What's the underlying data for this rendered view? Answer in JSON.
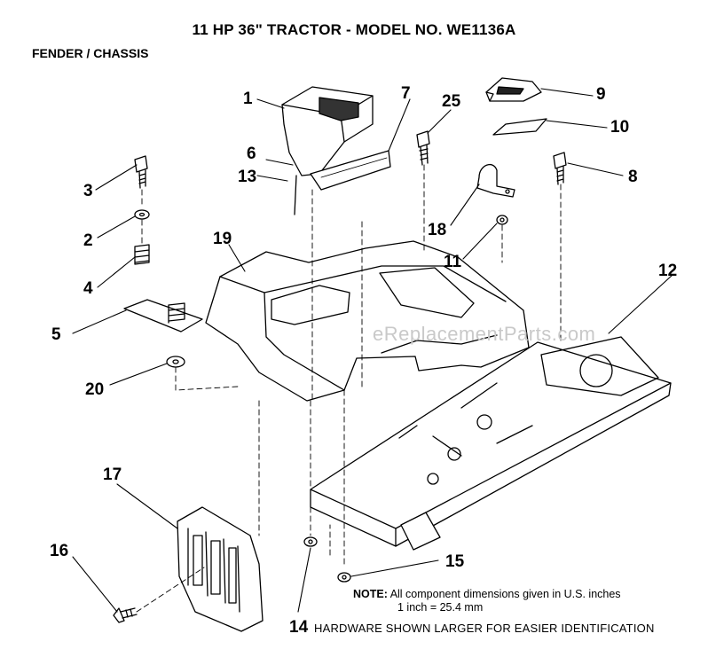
{
  "title": "11 HP 36\" TRACTOR - MODEL NO. WE1136A",
  "section": "FENDER / CHASSIS",
  "callouts": [
    "1",
    "7",
    "25",
    "9",
    "10",
    "6",
    "13",
    "3",
    "8",
    "2",
    "18",
    "19",
    "11",
    "4",
    "12",
    "5",
    "20",
    "17",
    "16",
    "15",
    "14"
  ],
  "note_label": "NOTE:",
  "note_text": "All component dimensions given in U.S. inches",
  "note_text2": "1 inch = 25.4 mm",
  "hardware_text": "HARDWARE SHOWN LARGER FOR EASIER IDENTIFICATION",
  "watermark": "eReplacementParts.com"
}
